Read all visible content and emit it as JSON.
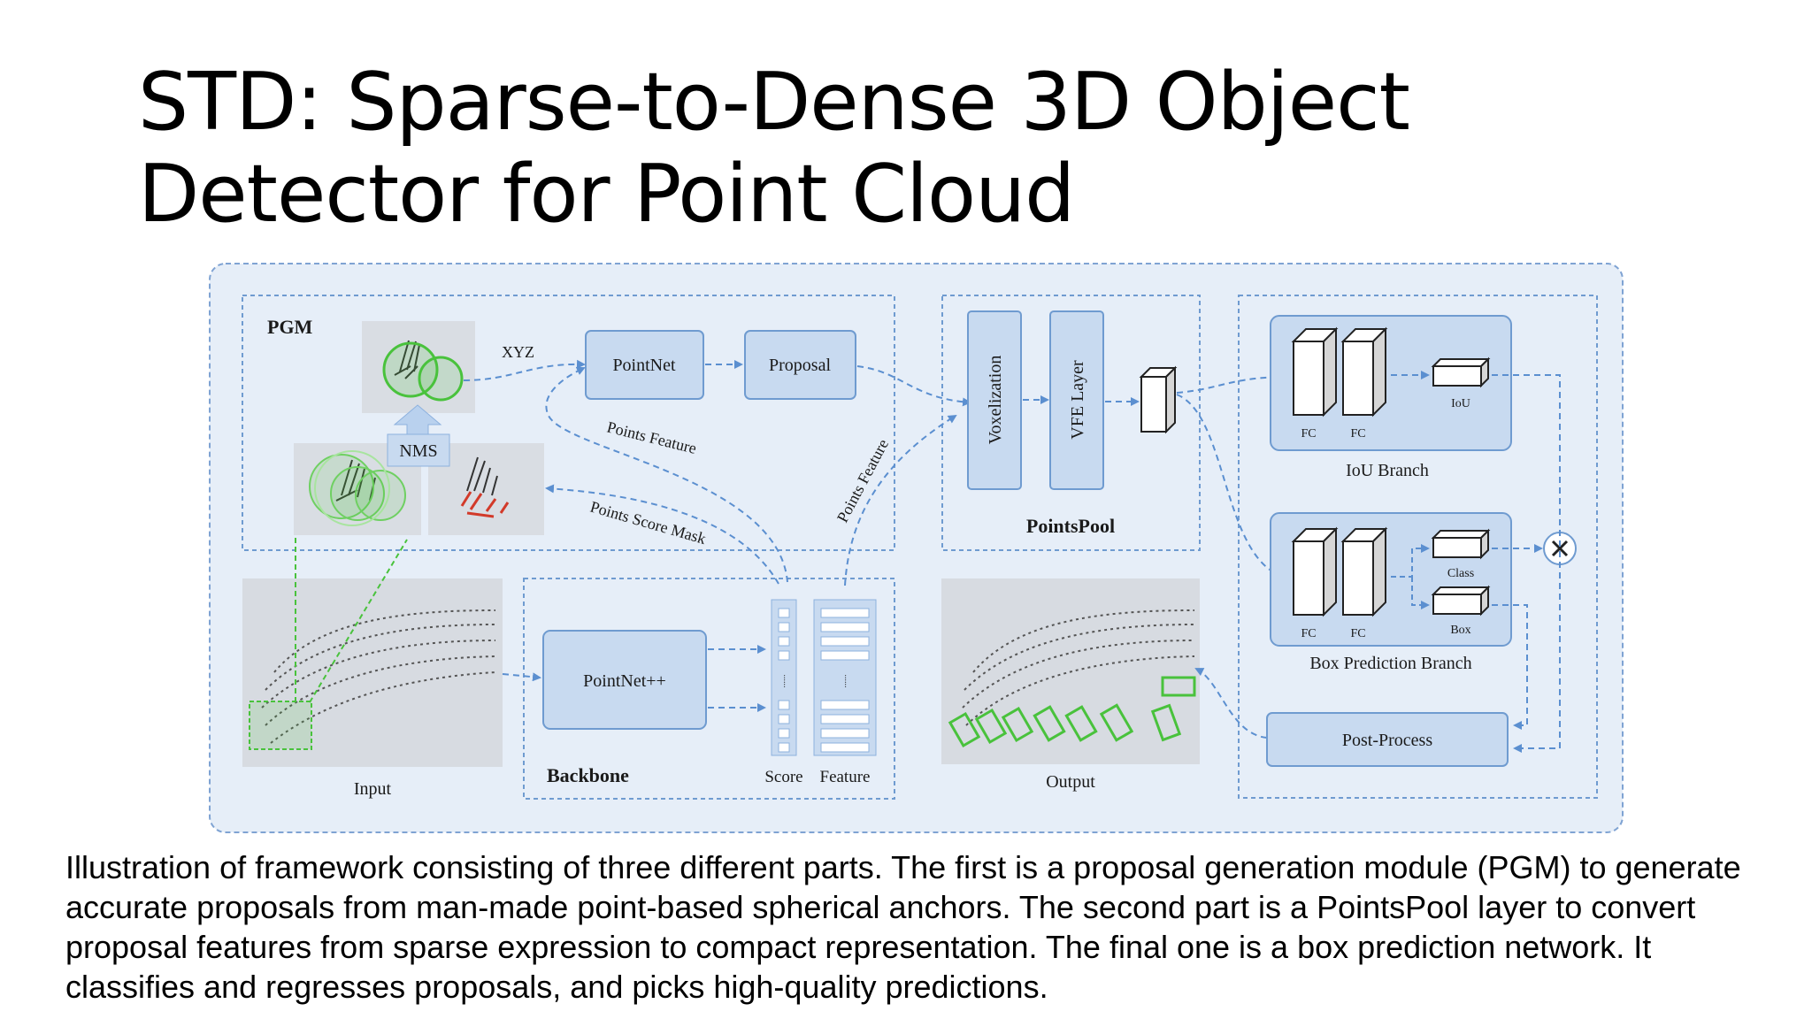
{
  "title": "STD: Sparse-to-Dense 3D Object Detector for Point Cloud",
  "caption": "Illustration of framework consisting of three different parts. The first is a proposal generation module (PGM) to generate accurate proposals from man-made point-based spherical anchors. The second part is a PointsPool layer to convert proposal features from sparse expression to compact representation. The final one is a box prediction network. It classifies and regresses proposals, and picks high-quality predictions.",
  "diagram": {
    "pgm": {
      "label": "PGM",
      "nms": "NMS",
      "xyz": "XYZ",
      "points_feature": "Points Feature",
      "points_score_mask": "Points Score Mask",
      "points_feature_2": "Points Feature"
    },
    "pointnet": "PointNet",
    "proposal": "Proposal",
    "pointspool": {
      "label": "PointsPool",
      "voxelization": "Voxelization",
      "vfe_layer": "VFE Layer"
    },
    "iou_branch": {
      "label": "IoU Branch",
      "fc1": "FC",
      "fc2": "FC",
      "iou": "IoU"
    },
    "box_branch": {
      "label": "Box Prediction Branch",
      "fc1": "FC",
      "fc2": "FC",
      "class": "Class",
      "box": "Box"
    },
    "post_process": "Post-Process",
    "input": "Input",
    "output": "Output",
    "backbone": {
      "label": "Backbone",
      "pointnetpp": "PointNet++",
      "score": "Score",
      "feature": "Feature",
      "dots": "......"
    }
  },
  "colors": {
    "panel_bg": "#e6eef8",
    "box_fill": "#c8daf0",
    "box_stroke": "#6f9bd0",
    "arrow": "#5b8fd0",
    "green": "#49c23c",
    "red": "#d23a2a"
  }
}
